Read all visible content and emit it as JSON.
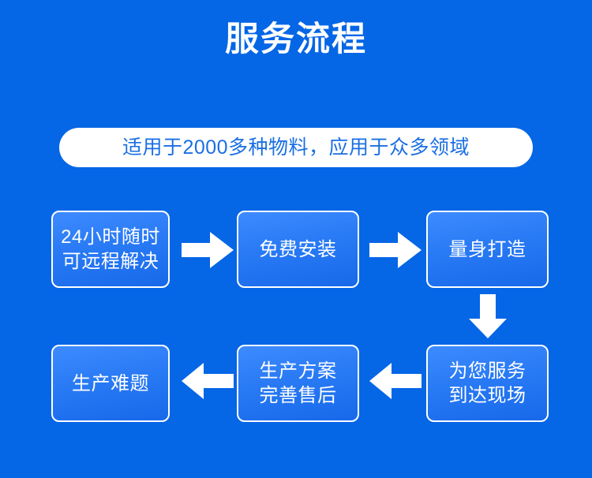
{
  "page": {
    "background_color": "#0566E6",
    "title": "服务流程",
    "title_color": "#FFFFFF"
  },
  "banner": {
    "text": "适用于2000多种物料，应用于众多领域",
    "text_color": "#1A6FE3",
    "background_color": "#FFFFFF"
  },
  "flow": {
    "box_border_color": "#FFFFFF",
    "box_fill_top": "#3E8BFF",
    "box_fill_bottom": "#1769EA",
    "box_text_color": "#FFFFFF",
    "arrow_color": "#FFFFFF",
    "steps": [
      {
        "id": "step-1",
        "label": "24小时随时\n可远程解决",
        "row": 1,
        "order": 1
      },
      {
        "id": "step-2",
        "label": "免费安装",
        "row": 1,
        "order": 2
      },
      {
        "id": "step-3",
        "label": "量身打造",
        "row": 1,
        "order": 3
      },
      {
        "id": "step-4",
        "label": "生产难题",
        "row": 2,
        "order": 4
      },
      {
        "id": "step-5",
        "label": "生产方案\n完善售后",
        "row": 2,
        "order": 5
      },
      {
        "id": "step-6",
        "label": "为您服务\n到达现场",
        "row": 2,
        "order": 6
      }
    ],
    "connectors": [
      {
        "id": "connector-1",
        "direction": "right",
        "from": "step-1",
        "to": "step-2"
      },
      {
        "id": "connector-2",
        "direction": "right",
        "from": "step-2",
        "to": "step-3"
      },
      {
        "id": "connector-3",
        "direction": "down",
        "from": "step-3",
        "to": "step-4"
      },
      {
        "id": "connector-4",
        "direction": "left",
        "from": "step-4",
        "to": "step-5"
      },
      {
        "id": "connector-5",
        "direction": "left",
        "from": "step-5",
        "to": "step-6"
      }
    ]
  }
}
